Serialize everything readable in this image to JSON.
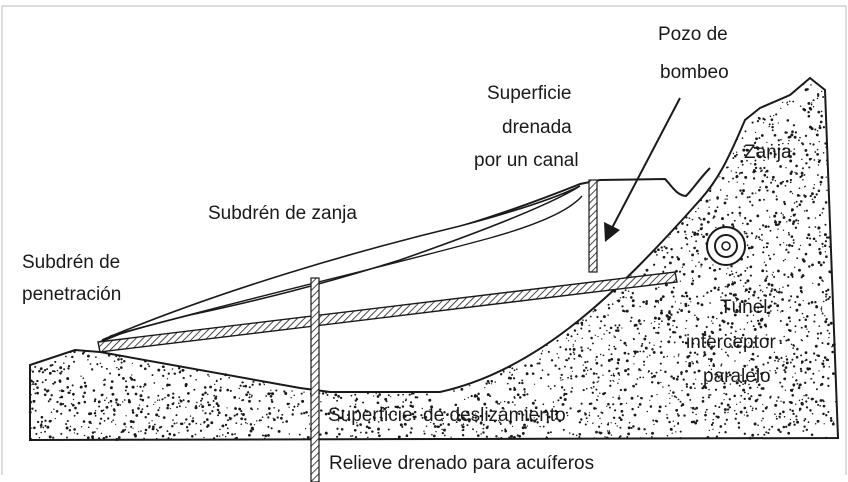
{
  "labels": {
    "pozo_line1": "Pozo de",
    "pozo_line2": "bombeo",
    "superficie_line1": "Superficie",
    "superficie_line2": "drenada",
    "superficie_line3": "por un canal",
    "zanja": "Zanja",
    "subdren_zanja": "Subdrén de zanja",
    "subdren_pen_line1": "Subdrén de",
    "subdren_pen_line2": "penetración",
    "tunel_line1": "Túnel",
    "tunel_line2": "interceptor",
    "tunel_line3": "paralelo",
    "deslizamiento": "Superficie  de deslizamiento",
    "relieve": "Relieve drenado para acuíferos"
  },
  "colors": {
    "ink": "#1a1a1a",
    "frame": "#c8c8c8",
    "background": "#ffffff"
  }
}
